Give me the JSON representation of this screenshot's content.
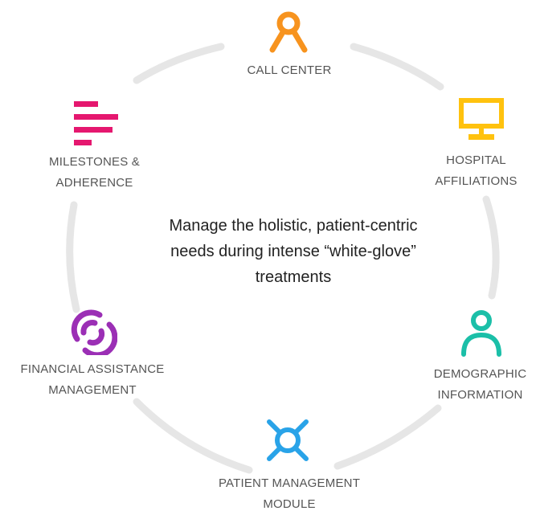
{
  "center_text": {
    "line1": "Manage the holistic, patient-centric",
    "line2": "needs during intense “white-glove”",
    "line3": "treatments"
  },
  "nodes": {
    "call_center": {
      "lines": [
        "CALL CENTER"
      ],
      "icon": "location-pin-icon",
      "color": "#F7931E"
    },
    "hospital": {
      "lines": [
        "HOSPITAL",
        "AFFILIATIONS"
      ],
      "icon": "monitor-icon",
      "color": "#FFC20E"
    },
    "demographic": {
      "lines": [
        "DEMOGRAPHIC",
        "INFORMATION"
      ],
      "icon": "person-icon",
      "color": "#1BBFA8"
    },
    "patient_mgmt": {
      "lines": [
        "PATIENT MANAGEMENT",
        "MODULE"
      ],
      "icon": "satellite-icon",
      "color": "#29A3E8"
    },
    "financial": {
      "lines": [
        "FINANCIAL  ASSISTANCE",
        "MANAGEMENT"
      ],
      "icon": "swirl-icon",
      "color": "#9B2FB5"
    },
    "milestones": {
      "lines": [
        "MILESTONES &",
        "ADHERENCE"
      ],
      "icon": "bars-icon",
      "color": "#E5176F"
    }
  },
  "ring_color": "#E6E6E6"
}
